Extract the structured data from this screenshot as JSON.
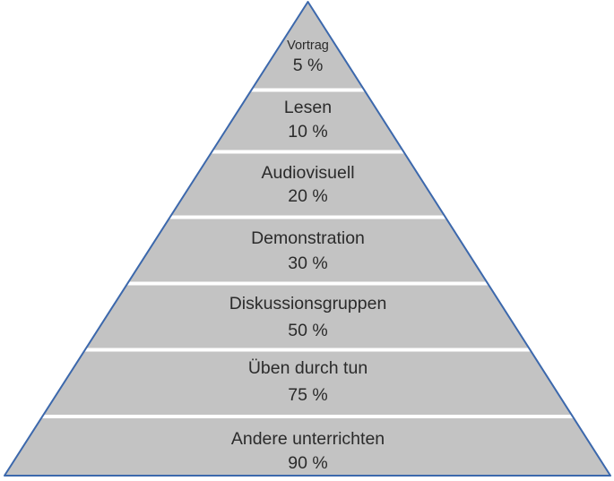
{
  "pyramid": {
    "fill_color": "#c3c3c3",
    "border_color": "#3c68ac",
    "divider_color": "#ffffff",
    "text_color": "#2b2b2b",
    "levels": [
      {
        "label": "Vortrag",
        "percent": "5 %"
      },
      {
        "label": "Lesen",
        "percent": "10 %"
      },
      {
        "label": "Audiovisuell",
        "percent": "20 %"
      },
      {
        "label": "Demonstration",
        "percent": "30 %"
      },
      {
        "label": "Diskussionsgruppen",
        "percent": "50 %"
      },
      {
        "label": "Üben durch tun",
        "percent": "75 %"
      },
      {
        "label": "Andere unterrichten",
        "percent": "90 %"
      }
    ]
  },
  "chart_data": {
    "type": "pyramid",
    "categories": [
      "Vortrag",
      "Lesen",
      "Audiovisuell",
      "Demonstration",
      "Diskussionsgruppen",
      "Üben durch tun",
      "Andere unterrichten"
    ],
    "values": [
      5,
      10,
      20,
      30,
      50,
      75,
      90
    ],
    "unit": "%",
    "title": "",
    "legend": "none",
    "orientation": "smallest-on-top"
  }
}
